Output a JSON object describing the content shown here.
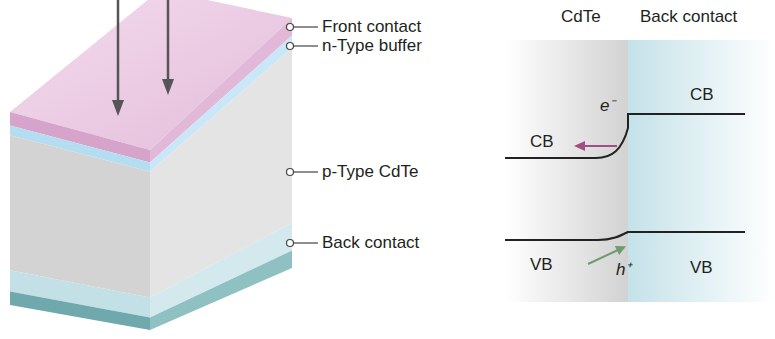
{
  "diagram": {
    "nodes": [
      {
        "text": [
          "CdTe",
          "CB",
          "VB"
        ]
      },
      {
        "text": [
          "Back contact",
          "CB",
          "VB"
        ]
      }
    ],
    "labels": [
      "Front contact",
      "n-Type buffer",
      "p-Type CdTe",
      "Back contact",
      "e⁻",
      "h⁺"
    ]
  }
}
